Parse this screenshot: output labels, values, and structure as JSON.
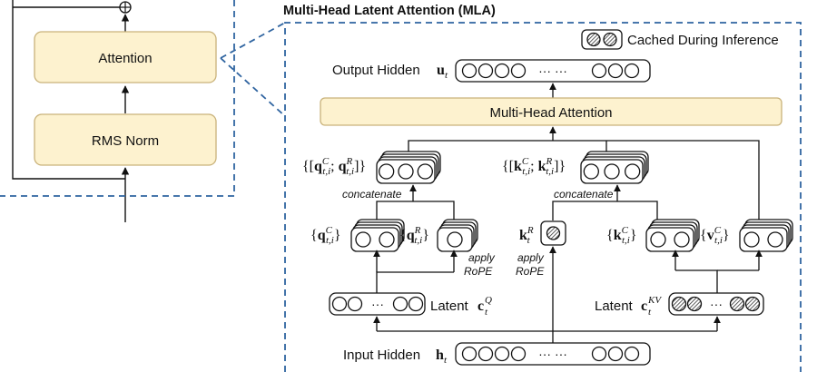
{
  "colors": {
    "block_fill": "#fdf2cf",
    "block_stroke": "#c9b27a",
    "dashed": "#2f64a0",
    "cached_fill": "#8c8c8c",
    "line": "#111111"
  },
  "left_block": {
    "attention_label": "Attention",
    "rmsnorm_label": "RMS Norm",
    "residual_icon": "circle-plus-icon"
  },
  "mla": {
    "title": "Multi-Head Latent Attention (MLA)",
    "legend_label": "Cached During Inference",
    "legend_icon": "hatched-circle-icon",
    "output_label": "Output Hidden",
    "output_symbol": "u",
    "output_sub": "t",
    "mha_label": "Multi-Head Attention",
    "q_concat_label": "{[q",
    "q_concat_full": "{[qC t,i ; qR t,i ]}",
    "k_concat_full": "{[kC t,i ; kR t,i ]}",
    "concatenate_label": "concatenate",
    "qc_label": "{qC t,i }",
    "qr_label": "{qR t,i }",
    "kr_label": "kR t",
    "kc_label": "{kC t,i }",
    "vc_label": "{vC t,i }",
    "apply_rope_label": "apply RoPE",
    "latent_label": "Latent",
    "latent_q_sup": "Q",
    "latent_kv_sup": "KV",
    "latent_sub": "t",
    "latent_symbol": "c",
    "input_label": "Input Hidden",
    "input_symbol": "h",
    "input_sub": "t",
    "ellipsis": "··· ···",
    "ellipsis_short": "···"
  }
}
